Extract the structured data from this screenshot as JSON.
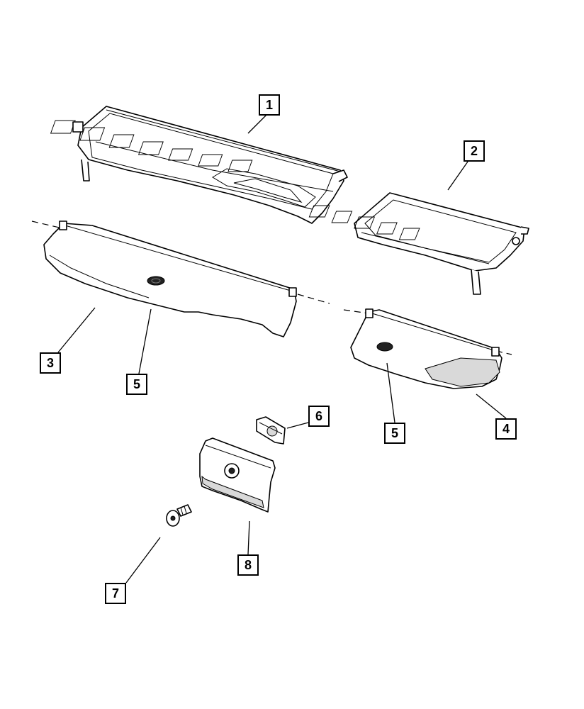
{
  "callouts": {
    "c1": "1",
    "c2": "2",
    "c3": "3",
    "c4": "4",
    "c5a": "5",
    "c5b": "5",
    "c6": "6",
    "c7": "7",
    "c8": "8"
  }
}
